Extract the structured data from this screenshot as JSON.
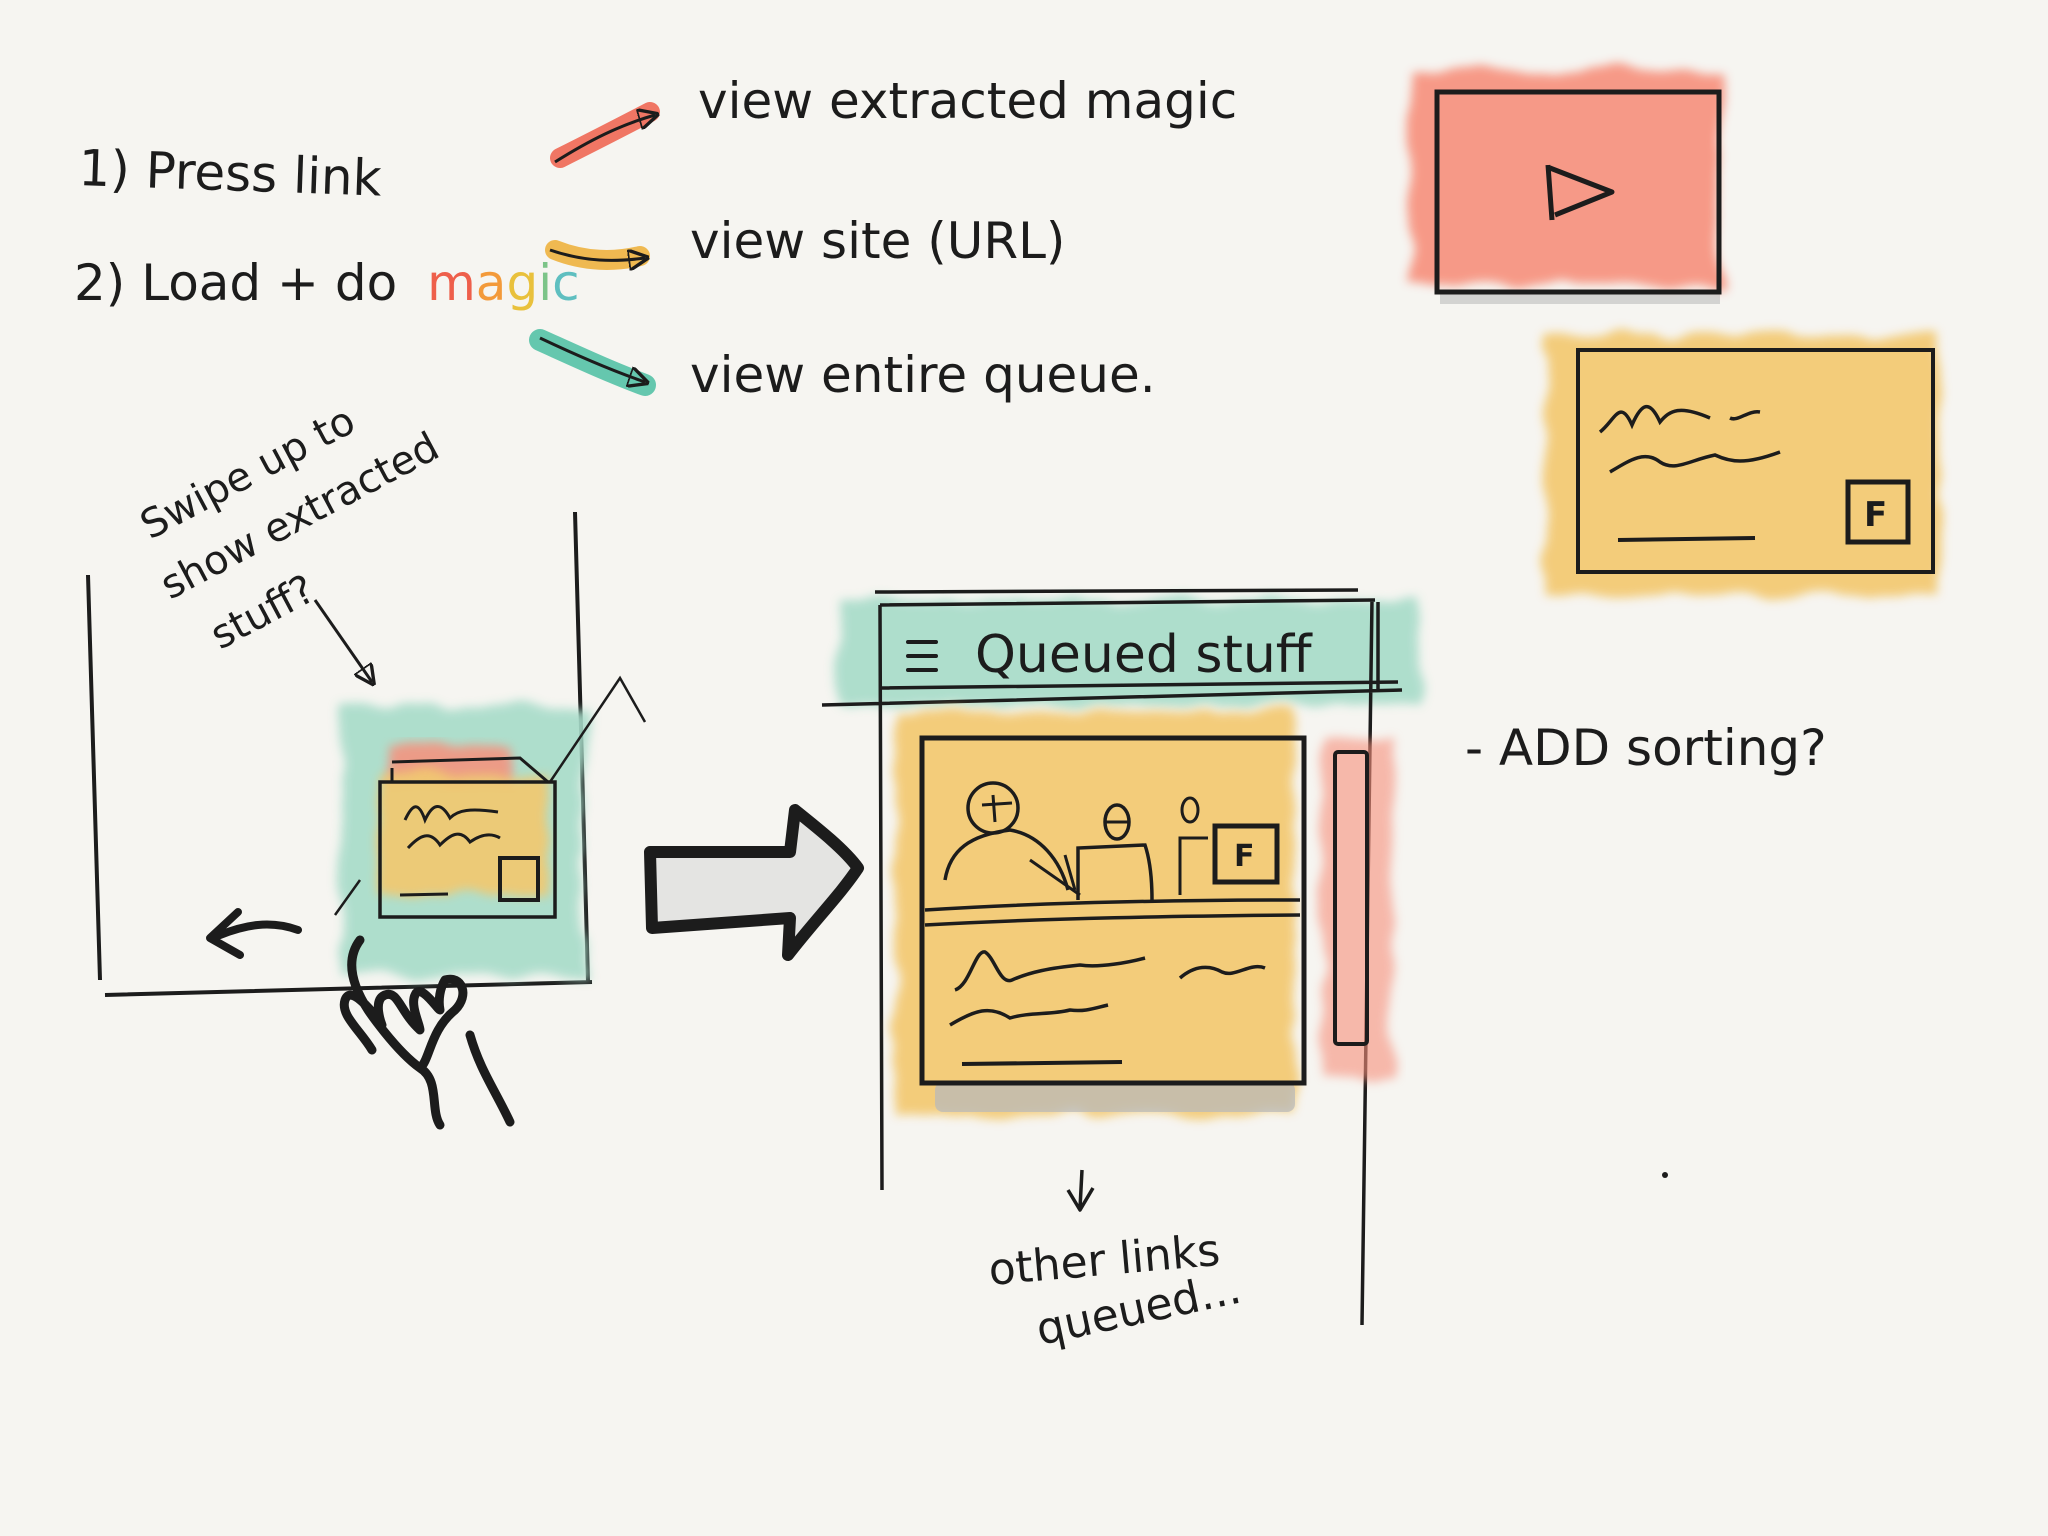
{
  "steps": {
    "step1": "1) Press link",
    "step2_prefix": "2) Load + do",
    "step2_magic": [
      "m",
      "a",
      "g",
      "i",
      "c"
    ]
  },
  "legend": [
    {
      "label": "view extracted magic",
      "color": "#ee5f4b"
    },
    {
      "label": "view site (URL)",
      "color": "#eeb33f"
    },
    {
      "label": "view entire queue.",
      "color": "#55c2a6"
    }
  ],
  "magic_colors": [
    "#ee5f4b",
    "#f39a3a",
    "#e9c13c",
    "#7cc488",
    "#5fbfc0"
  ],
  "annotations": {
    "swipe": [
      "Swipe up to",
      "show extracted",
      "stuff?"
    ],
    "add_sorting": "- ADD sorting?",
    "other_links": [
      "other links",
      "queued..."
    ]
  },
  "queue_panel": {
    "title": "Queued stuff",
    "menu_icon": "hamburger-icon",
    "badge": "F"
  },
  "article_card": {
    "badge": "F"
  },
  "video_card": {
    "icon": "play-icon"
  },
  "colors": {
    "red_wash": "#f7907c",
    "yellow_wash": "#f3c86e",
    "teal_wash": "#a7dcc9",
    "ink": "#1c1c1c"
  }
}
